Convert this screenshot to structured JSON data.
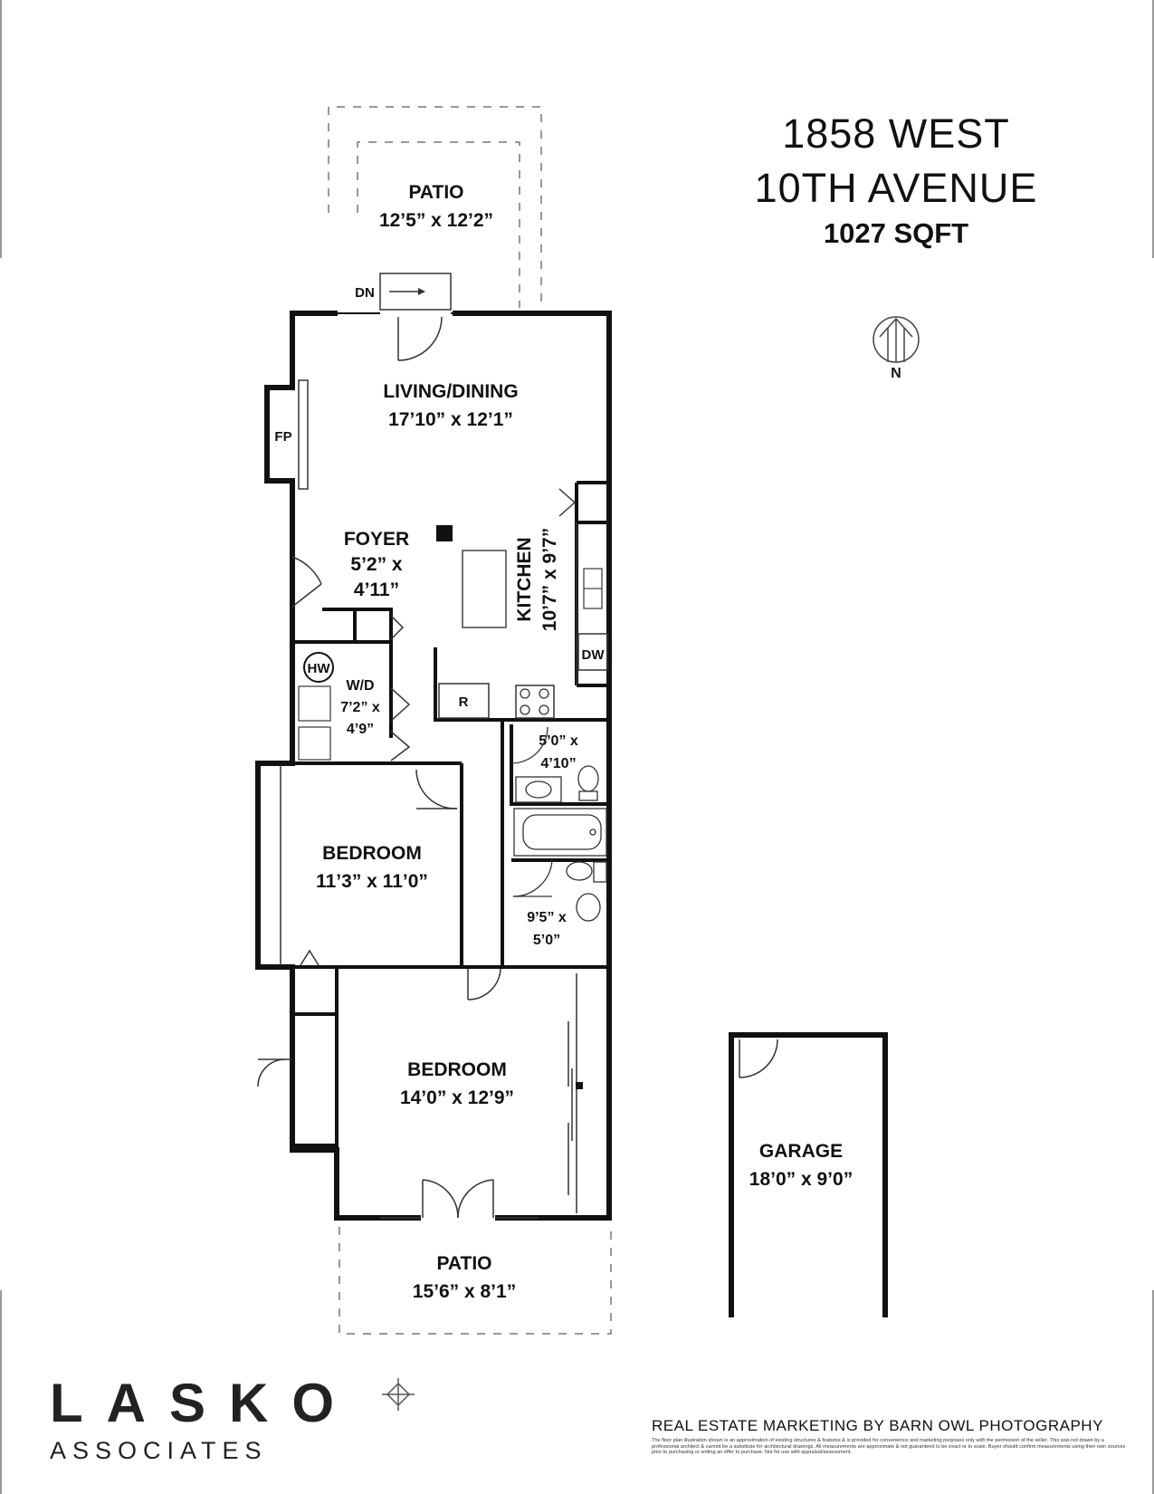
{
  "address": {
    "line1": "1858 WEST",
    "line2": "10TH AVENUE",
    "area": "1027 SQFT"
  },
  "rooms": {
    "patio_top": {
      "name": "PATIO",
      "dims": "12’5” x 12’2”"
    },
    "living": {
      "name": "LIVING/DINING",
      "dims": "17’10” x 12’1”"
    },
    "foyer": {
      "name": "FOYER",
      "dims_a": "5’2” x",
      "dims_b": "4’11”"
    },
    "kitchen": {
      "name": "KITCHEN",
      "dims": "10’7” x 9’7”"
    },
    "laundry": {
      "name": "W/D",
      "dims_a": "7’2” x",
      "dims_b": "4’9”"
    },
    "bath1": {
      "dims_a": "5’0” x",
      "dims_b": "4’10”"
    },
    "bath2": {
      "dims_a": "9’5” x",
      "dims_b": "5’0”"
    },
    "bedroom1": {
      "name": "BEDROOM",
      "dims": "11’3” x 11’0”"
    },
    "bedroom2": {
      "name": "BEDROOM",
      "dims": "14’0” x 12’9”"
    },
    "patio_bottom": {
      "name": "PATIO",
      "dims": "15’6” x 8’1”"
    },
    "garage": {
      "name": "GARAGE",
      "dims": "18’0” x 9’0”"
    }
  },
  "fixtures": {
    "fireplace": "FP",
    "hot_water": "HW",
    "dishwasher": "DW",
    "refrigerator": "R",
    "stairs_down": "DN"
  },
  "compass": {
    "label": "N"
  },
  "branding": {
    "name": "LASKO",
    "sub": "ASSOCIATES",
    "credit": "REAL ESTATE MARKETING BY BARN OWL PHOTOGRAPHY",
    "disclaimer": "The floor plan illustration shown is an approximation of existing structures & features & is provided for convenience and marketing purposes only with the permission of the seller. This was not drawn by a professional architect & cannot be a substitute for architectural drawings. All measurements are approximate & not guaranteed to be exact or to scale. Buyer should confirm measurements using their own sources prior to purchasing or writing an offer to purchase. Not for use with appraisal/assessment."
  }
}
